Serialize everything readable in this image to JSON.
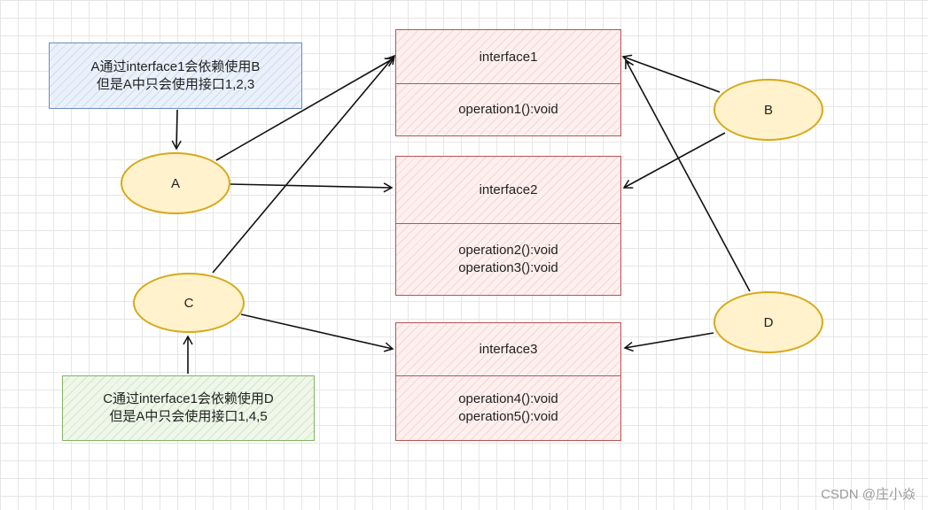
{
  "notes": {
    "blue": {
      "line1": "A通过interface1会依赖使用B",
      "line2": "但是A中只会使用接口1,2,3"
    },
    "green": {
      "line1": "C通过interface1会依赖使用D",
      "line2": "但是A中只会使用接口1,4,5"
    }
  },
  "interfaces": [
    {
      "name": "interface1",
      "methods": [
        "operation1():void"
      ]
    },
    {
      "name": "interface2",
      "methods": [
        "operation2():void",
        "operation3():void"
      ]
    },
    {
      "name": "interface3",
      "methods": [
        "operation4():void",
        "operation5():void"
      ]
    }
  ],
  "nodes": {
    "a": "A",
    "b": "B",
    "c": "C",
    "d": "D"
  },
  "watermark": "CSDN @庄小焱",
  "colors": {
    "note_blue": "#6c8ebf",
    "note_green": "#82b366",
    "interface_border": "#b85450",
    "node_border": "#d6a91a",
    "node_fill": "#fff2cc"
  }
}
